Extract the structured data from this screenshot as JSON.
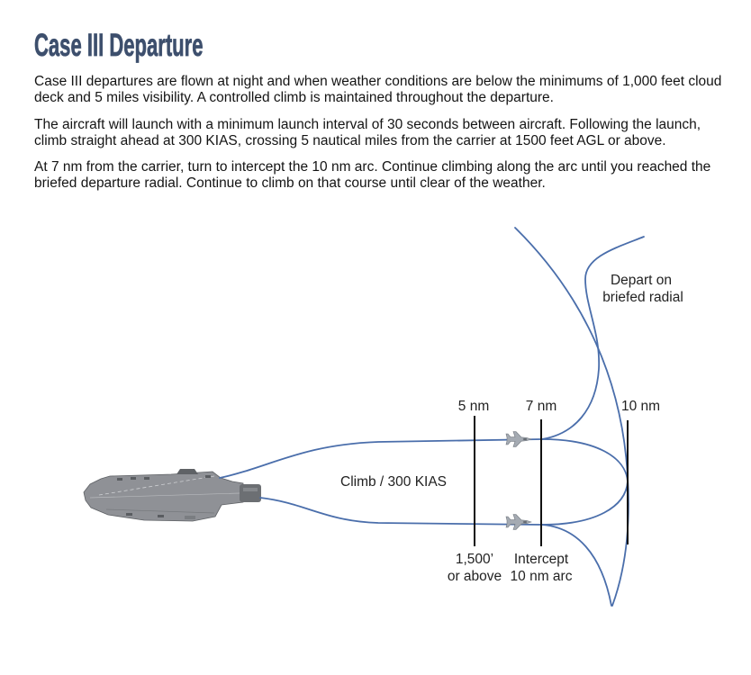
{
  "title": "Case III Departure",
  "paragraphs": [
    {
      "lines": [
        "Case III departures are flown at night and when weather conditions are below the minimums of 1,000 feet cloud",
        "deck and 5 miles visibility. A controlled climb is maintained throughout the departure."
      ]
    },
    {
      "lines": [
        "The aircraft will launch with a minimum launch interval of 30 seconds between aircraft. Following the launch,",
        "climb straight ahead at 300 KIAS, crossing 5 nautical miles from the carrier at 1500 feet AGL or above."
      ]
    },
    {
      "lines": [
        "At 7 nm from the carrier, turn to intercept the 10 nm arc. Continue climbing along the arc until you reached the",
        "briefed departure radial. Continue to climb on that course until clear of the weather."
      ]
    }
  ],
  "diagram": {
    "distance_labels": {
      "five": "5 nm",
      "seven": "7 nm",
      "ten": "10 nm"
    },
    "climb_label": "Climb / 300 KIAS",
    "depart_label": [
      "Depart on",
      "briefed radial"
    ],
    "altitude_label": [
      "1,500’",
      "or above"
    ],
    "intercept_label": [
      "Intercept",
      "10 nm arc"
    ],
    "icons": {
      "carrier": "aircraft-carrier-icon",
      "aircraft": "jet-aircraft-icon"
    }
  },
  "colors": {
    "title": "#3d4f6d",
    "ink": "#141414",
    "label": "#222222",
    "track": "#4a6eab",
    "marker": "#111111"
  }
}
